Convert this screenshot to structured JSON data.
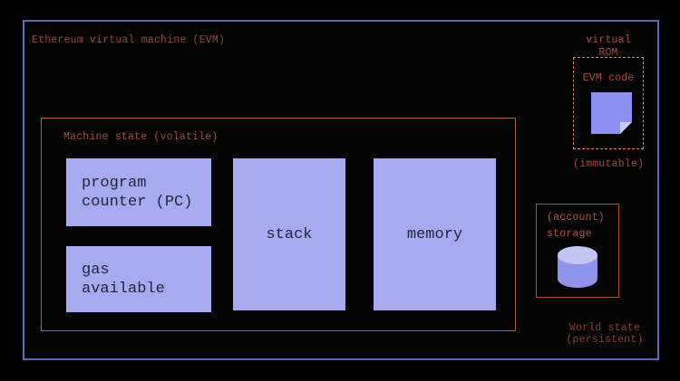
{
  "evm_box": {
    "title": "Ethereum virtual machine (EVM)",
    "machine_state": {
      "title": "Machine state (volatile)",
      "program_counter": "program\ncounter (PC)",
      "gas_available": "gas\navailable",
      "stack": "stack",
      "memory": "memory"
    },
    "virtual_rom": {
      "label": "virtual ROM",
      "evm_code": "EVM code",
      "immutable": "(immutable)",
      "icon": "document-folded-corner-icon"
    },
    "storage": {
      "label": "(account)\nstorage",
      "icon": "database-cylinder-icon"
    },
    "world_state_label": "World state\n(persistent)"
  },
  "colors": {
    "background": "#000000",
    "evm_border": "#5c69b6",
    "machine_border": "#a96139",
    "account_border": "#a55431",
    "rom_dashed_border": "#d18a5f",
    "heading_text": "#98423a",
    "box_fill": "#a8aaef",
    "box_text": "#23253a",
    "icon_body": "#8f93ec",
    "icon_highlight": "#c9cbf6"
  }
}
